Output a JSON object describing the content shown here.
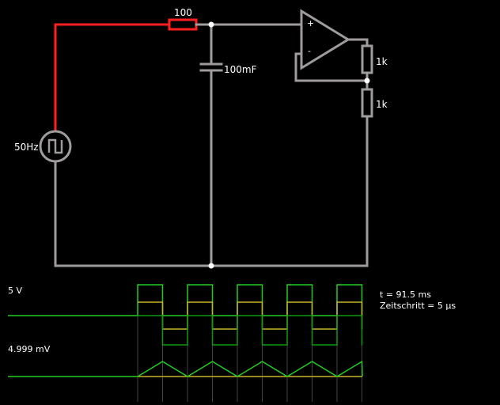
{
  "colors": {
    "background": "#000000",
    "wire": "#a09c9c",
    "active_wire": "#ff2020",
    "label": "#ffffff",
    "scope_green": "#22cc22",
    "scope_green_dark": "#119911",
    "scope_yellow": "#c8b428",
    "scope_grid": "#555555"
  },
  "circuit": {
    "source_label": "50Hz",
    "resistor_label": "100",
    "capacitor_label": "100mF",
    "r2_label": "1k",
    "r3_label": "1k",
    "opamp_plus": "+",
    "opamp_minus": "-"
  },
  "scope": {
    "ch1_label": "5 V",
    "ch2_label": "4.999 mV",
    "time_text": "t = 91.5 ms",
    "step_text": "Zeitschritt = 5 µs"
  }
}
